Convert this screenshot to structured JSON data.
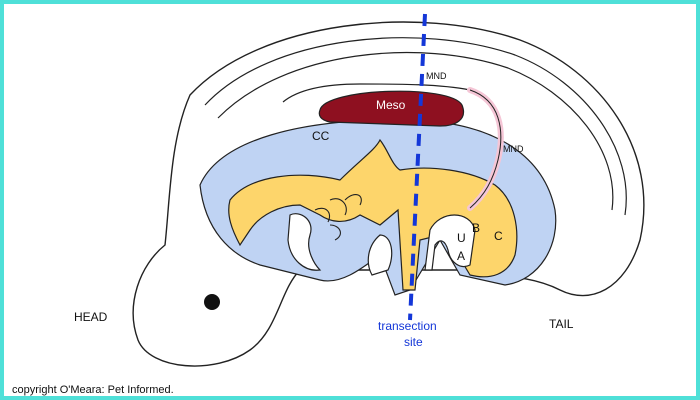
{
  "labels": {
    "head": "HEAD",
    "tail": "TAIL",
    "meso": "Meso",
    "cc": "CC",
    "mnd_top": "MND",
    "mnd_right": "MND",
    "u": "U",
    "a": "A",
    "b": "B",
    "c": "C",
    "transection_line1": "transection",
    "transection_line2": "site"
  },
  "copyright": "copyright O'Meara: Pet Informed.",
  "colors": {
    "frame": "#4fe0d8",
    "yolk": "#fdd56b",
    "cavity": "#bfd3f3",
    "meso": "#8e1020",
    "duct": "#f5c6d6",
    "transection": "#1437d8",
    "outline": "#222222"
  }
}
